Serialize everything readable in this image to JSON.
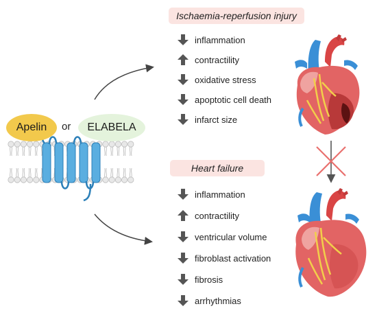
{
  "ligands": {
    "apelin": "Apelin",
    "connector": "or",
    "elabela": "ELABELA"
  },
  "colors": {
    "banner": "#fbe4e1",
    "arrow": "#555555",
    "apelin": "#f2c94c",
    "elabela": "#e4f3dc",
    "receptor": "#5aaee0",
    "cross": "#e9706e"
  },
  "ischaemia": {
    "title": "Ischaemia-reperfusion injury",
    "effects": [
      {
        "direction": "down",
        "label": "inflammation"
      },
      {
        "direction": "up",
        "label": "contractility"
      },
      {
        "direction": "down",
        "label": "oxidative stress"
      },
      {
        "direction": "down",
        "label": "apoptotic cell death"
      },
      {
        "direction": "down",
        "label": "infarct size"
      }
    ]
  },
  "heart_failure": {
    "title": "Heart failure",
    "effects": [
      {
        "direction": "down",
        "label": "inflammation"
      },
      {
        "direction": "up",
        "label": "contractility"
      },
      {
        "direction": "down",
        "label": "ventricular volume"
      },
      {
        "direction": "down",
        "label": "fibroblast activation"
      },
      {
        "direction": "down",
        "label": "fibrosis"
      },
      {
        "direction": "down",
        "label": "arrhythmias"
      }
    ]
  },
  "icons": [
    "heart-infarct-icon",
    "heart-icon",
    "blocked-arrow-icon",
    "cell-membrane-icon",
    "receptor-icon"
  ]
}
